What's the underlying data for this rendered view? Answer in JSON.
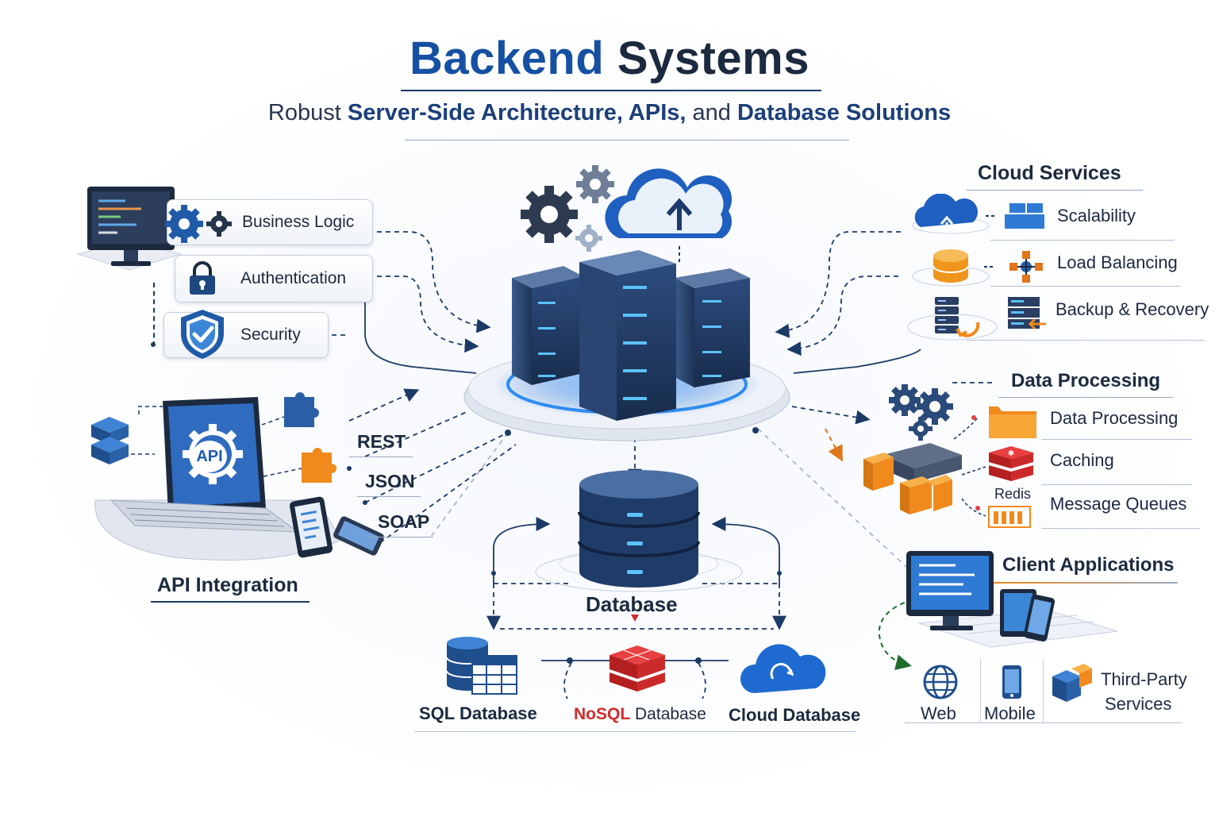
{
  "header": {
    "title_part1": "Backend",
    "title_part2": "Systems",
    "subtitle_plain1": "Robust",
    "subtitle_hl1": "Server-Side Architecture, APIs,",
    "subtitle_plain2": "and",
    "subtitle_hl2": "Database Solutions"
  },
  "left_panel": {
    "items": [
      {
        "label": "Business Logic",
        "icon": "gears-icon"
      },
      {
        "label": "Authentication",
        "icon": "lock-icon"
      },
      {
        "label": "Security",
        "icon": "shield-check-icon"
      }
    ]
  },
  "api_integration": {
    "title": "API Integration",
    "laptop_text": "API",
    "protocols": [
      "REST",
      "JSON",
      "SOAP"
    ]
  },
  "center": {
    "database_label": "Database",
    "databases": [
      {
        "label": "SQL Database",
        "color": "#1b2f4d"
      },
      {
        "label_red": "NoSQL",
        "label_rest": "Database"
      },
      {
        "label": "Cloud Database"
      }
    ]
  },
  "cloud_services": {
    "title": "Cloud Services",
    "items": [
      "Scalability",
      "Load Balancing",
      "Backup & Recovery"
    ]
  },
  "data_processing": {
    "title": "Data Processing",
    "items": [
      "Data Processing",
      "Caching",
      "Message Queues"
    ],
    "redis_label": "Redis"
  },
  "client_apps": {
    "title": "Client Applications",
    "items": [
      "Web",
      "Mobile"
    ],
    "third_party": [
      "Third-Party",
      "Services"
    ]
  },
  "colors": {
    "primary_blue": "#1550a3",
    "dark_navy": "#1c2a3f",
    "accent_orange": "#f08a1c",
    "accent_red": "#d32a2a"
  }
}
